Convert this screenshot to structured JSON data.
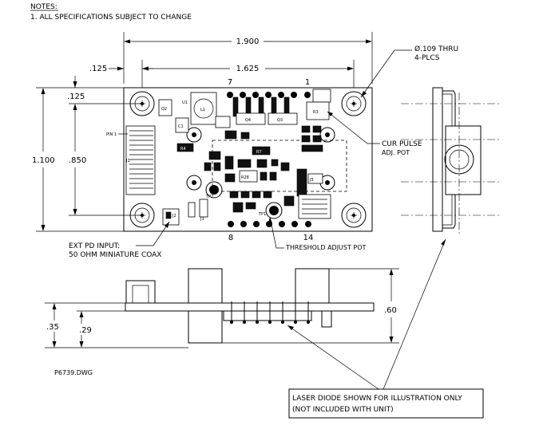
{
  "notes": {
    "heading": "NOTES:",
    "item1": "1. ALL SPECIFICATIONS SUBJECT TO CHANGE"
  },
  "dimensions": {
    "overall_width": "1.900",
    "hole_span_width": "1.625",
    "hole_offset_x": ".125",
    "hole_offset_y": ".125",
    "overall_height": "1.100",
    "hole_span_height": ".850",
    "side_height": ".60",
    "pin_height_long": ".35",
    "pin_height_short": ".29"
  },
  "callouts": {
    "mount_hole": "Ø.109 THRU",
    "mount_hole_count": "4-PLCS",
    "cur_pulse": "CUR PULSE",
    "cur_pulse_sub": "ADJ. POT",
    "ext_pd": "EXT PD INPUT:",
    "ext_pd_sub": "50 OHM MINIATURE COAX",
    "threshold": "THRESHOLD ADJUST POT",
    "pin1": "PIN 1"
  },
  "pin_numbers": {
    "top_left": "7",
    "top_right": "1",
    "bottom_left": "8",
    "bottom_right": "14"
  },
  "board_labels": {
    "q2": "Q2",
    "l1": "L1",
    "c1": "C1",
    "r4": "R4",
    "r7": "R7",
    "r28": "R28",
    "tp1": "TP1",
    "tp2": "TP2",
    "j1": "J1",
    "j2": "J2",
    "j3": "J3",
    "j5": "J5",
    "q4": "Q4",
    "q3": "Q3",
    "r3": "R3",
    "u1": "U1"
  },
  "laser_note": {
    "line1": "LASER DIODE SHOWN FOR ILLUSTRATION ONLY",
    "line2": "(NOT INCLUDED WITH UNIT)"
  },
  "drawing_id": "P6739.DWG"
}
